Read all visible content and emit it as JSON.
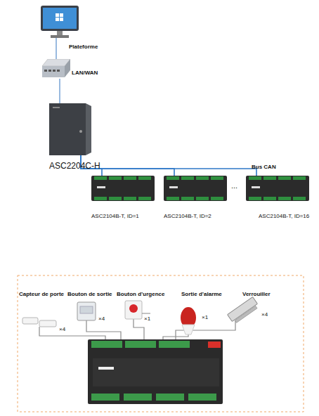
{
  "diagram": {
    "nodes": [
      {
        "text": [
          "Plateforme"
        ]
      },
      {
        "text": [
          "LAN/WAN"
        ]
      },
      {
        "text": [
          "ASC2204C-H"
        ]
      },
      {
        "text": [
          "ASC2104B-T, ID=1"
        ]
      },
      {
        "text": [
          "ASC2104B-T, ID=2"
        ]
      },
      {
        "text": [
          "ASC2104B-T, ID=16"
        ]
      }
    ],
    "edges": [
      {
        "from": 0,
        "to": 1,
        "arrow": "none"
      },
      {
        "from": 1,
        "to": 2,
        "arrow": "none"
      },
      {
        "from": 2,
        "to": 3,
        "arrow": "none"
      },
      {
        "from": 2,
        "to": 4,
        "arrow": "none"
      },
      {
        "from": 2,
        "to": 5,
        "arrow": "none"
      }
    ],
    "labels": [
      "Bus CAN",
      "...",
      "Capteur de porte",
      "×4",
      "Bouton de sortie",
      "×4",
      "Bouton d’urgence",
      "×1",
      "Sortie d’alarme",
      "×1",
      "Verrouiller",
      "×4"
    ]
  }
}
